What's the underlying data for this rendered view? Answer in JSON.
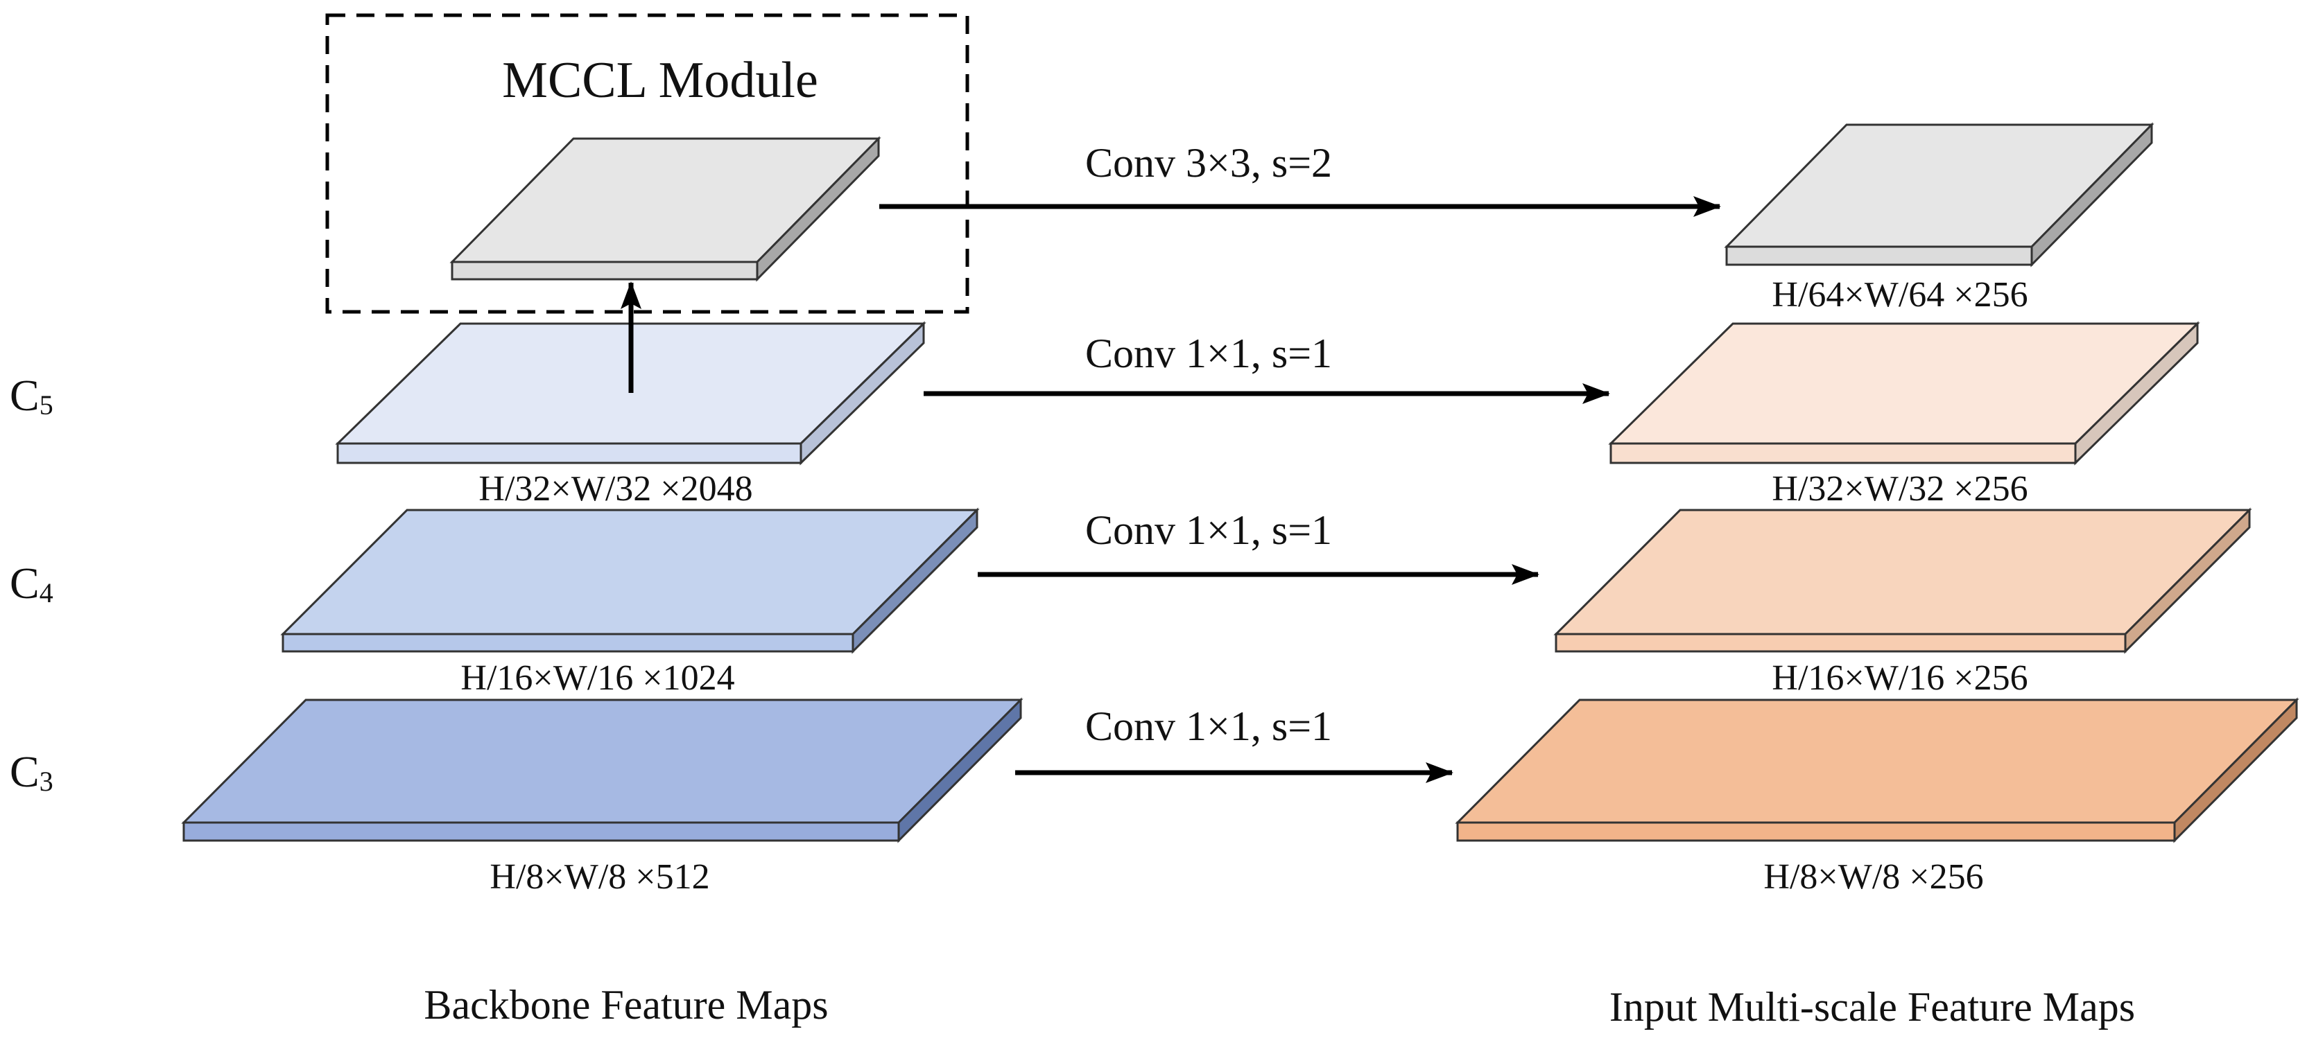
{
  "module": {
    "title": "MCCL Module"
  },
  "sections": {
    "left_caption": "Backbone Feature Maps",
    "right_caption": "Input Multi-scale Feature Maps"
  },
  "levels": [
    {
      "id": "c6",
      "level_label": "",
      "level_sub": "",
      "backbone_dim": "",
      "op": "Conv 3×3, s=2",
      "output_dim": "H/64×W/64 ×256",
      "colors": {
        "left": "#e6e6e6",
        "right": "#e6e6e6"
      }
    },
    {
      "id": "c5",
      "level_label": "C",
      "level_sub": "5",
      "backbone_dim": "H/32×W/32 ×2048",
      "op": "Conv 1×1, s=1",
      "output_dim": "H/32×W/32 ×256",
      "colors": {
        "left": "#e2e8f6",
        "right": "#fbe7db"
      }
    },
    {
      "id": "c4",
      "level_label": "C",
      "level_sub": "4",
      "backbone_dim": "H/16×W/16 ×1024",
      "op": "Conv 1×1, s=1",
      "output_dim": "H/16×W/16 ×256",
      "colors": {
        "left": "#c4d3ee",
        "right": "#f8d5bd"
      }
    },
    {
      "id": "c3",
      "level_label": "C",
      "level_sub": "3",
      "backbone_dim": "H/8×W/8 ×512",
      "op": "Conv 1×1, s=1",
      "output_dim": "H/8×W/8 ×256",
      "colors": {
        "left": "#a6b9e3",
        "right": "#f4be98"
      }
    }
  ]
}
